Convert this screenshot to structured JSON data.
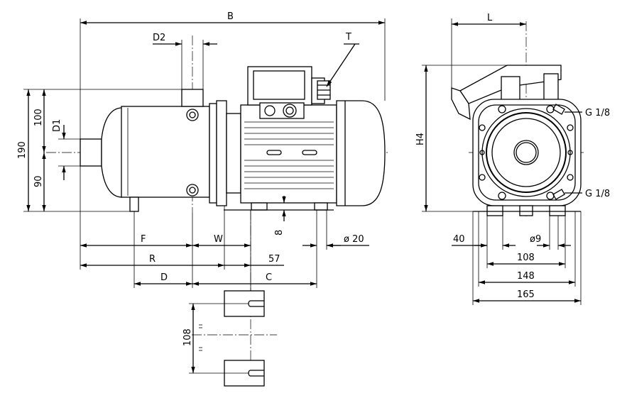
{
  "figure": {
    "labels": {
      "B": "B",
      "D2": "D2",
      "T": "T",
      "L": "L",
      "D1": "D1",
      "F": "F",
      "W": "W",
      "R": "R",
      "D": "D",
      "C": "C",
      "H4": "H4",
      "G_top": "G 1/8",
      "G_bottom": "G 1/8"
    },
    "dimensions": {
      "d190": "190",
      "d100": "100",
      "d90": "90",
      "d8": "8",
      "d57": "57",
      "phi20": "ø 20",
      "d40": "40",
      "phi9": "ø9",
      "d108": "108",
      "d148": "148",
      "d165": "165",
      "d108_detail": "108"
    }
  }
}
